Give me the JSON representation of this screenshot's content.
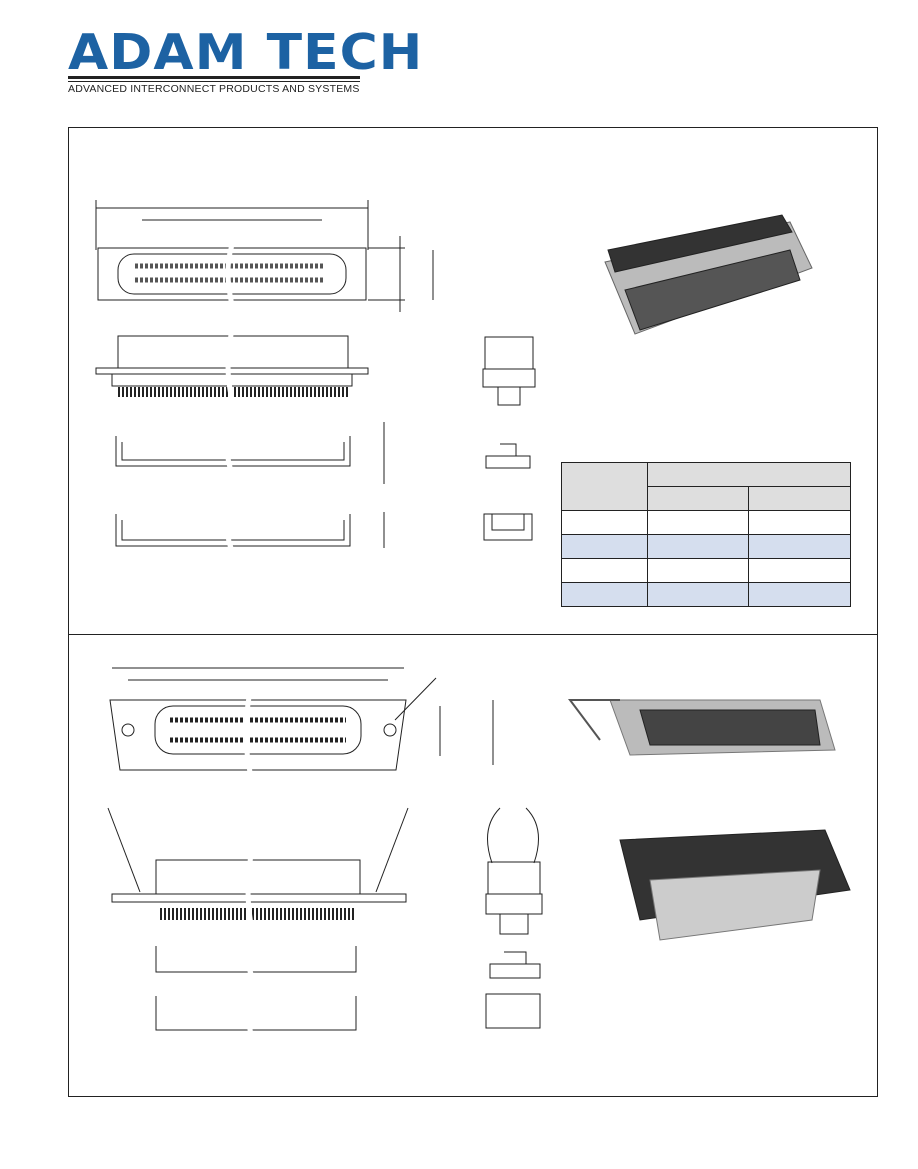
{
  "logo": {
    "brand": "ADAM TECH",
    "tagline": "ADVANCED INTERCONNECT PRODUCTS AND SYSTEMS",
    "brand_color": "#1d62a3"
  },
  "table": {
    "rows": 4,
    "alt_row_color": "#d5deee",
    "header_color": "#dedede"
  }
}
